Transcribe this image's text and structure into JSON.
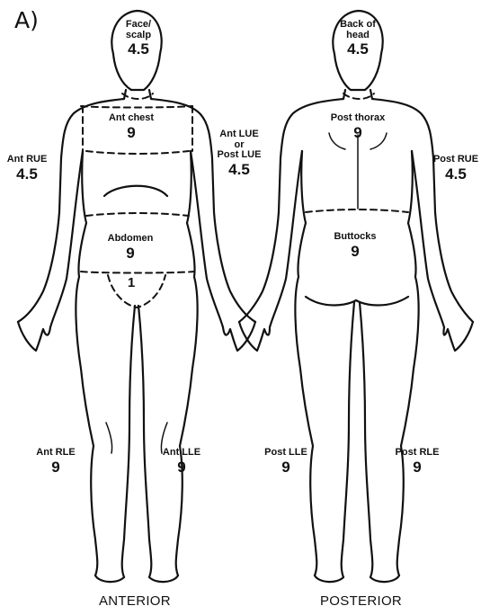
{
  "panel_label": "A)",
  "anterior": {
    "title": "ANTERIOR",
    "regions": [
      {
        "id": "face-scalp",
        "name": "Face/\nscalp",
        "pct": "4.5"
      },
      {
        "id": "ant-chest",
        "name": "Ant chest",
        "pct": "9"
      },
      {
        "id": "ant-rue",
        "name": "Ant RUE",
        "pct": "4.5"
      },
      {
        "id": "ant-lue",
        "name": "Ant LUE\nor\nPost LUE",
        "pct": "4.5"
      },
      {
        "id": "abdomen",
        "name": "Abdomen",
        "pct": "9"
      },
      {
        "id": "genitalia",
        "name": "",
        "pct": "1"
      },
      {
        "id": "ant-rle",
        "name": "Ant RLE",
        "pct": "9"
      },
      {
        "id": "ant-lle",
        "name": "Ant LLE",
        "pct": "9"
      }
    ]
  },
  "posterior": {
    "title": "POSTERIOR",
    "regions": [
      {
        "id": "back-of-head",
        "name": "Back of\nhead",
        "pct": "4.5"
      },
      {
        "id": "post-thorax",
        "name": "Post thorax",
        "pct": "9"
      },
      {
        "id": "post-rue",
        "name": "Post RUE",
        "pct": "4.5"
      },
      {
        "id": "buttocks",
        "name": "Buttocks",
        "pct": "9"
      },
      {
        "id": "post-lle",
        "name": "Post LLE",
        "pct": "9"
      },
      {
        "id": "post-rle",
        "name": "Post RLE",
        "pct": "9"
      }
    ]
  }
}
